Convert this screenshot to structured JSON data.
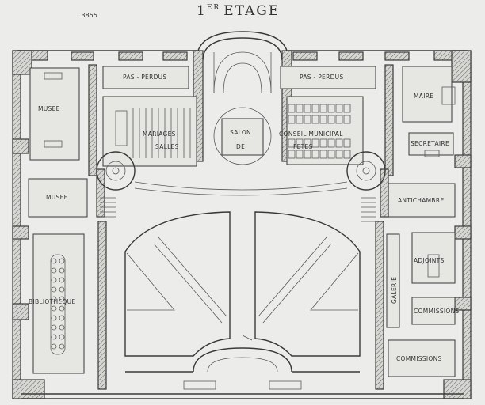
{
  "header": {
    "ref_number": ".3855.",
    "title_prefix": "1",
    "title_sup": "ER",
    "title_main": "ETAGE"
  },
  "rooms": {
    "pas_perdus_left": "PAS - PERDUS",
    "pas_perdus_right": "PAS - PERDUS",
    "musee_top": "MUSEE",
    "musee_bottom": "MUSEE",
    "mariages": "MARIAGES",
    "salles": "SALLES",
    "salon": "SALON",
    "de": "DE",
    "conseil_municipal": "CONSEIL MUNICIPAL",
    "fetes": "FETES",
    "maire": "MAIRE",
    "secretaire": "SECRETAIRE",
    "antichambre": "ANTICHAMBRE",
    "adjoints": "ADJOINTS",
    "galerie": "GALERIE",
    "commissions_1": "COMMISSIONS",
    "commissions_2": "COMMISSIONS",
    "bibliotheque": "BIBLIOTHEQUE"
  }
}
